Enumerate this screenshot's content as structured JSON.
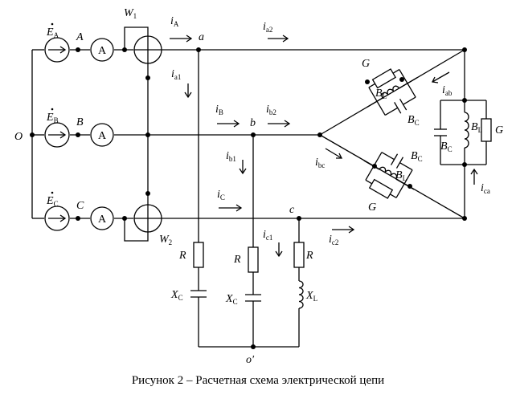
{
  "caption": "Рисунок 2 – Расчетная схема электрической цепи",
  "labels": {
    "O": "O",
    "A": "A",
    "B": "B",
    "C": "C",
    "a": "a",
    "b": "b",
    "c": "c",
    "o_prime": "o′",
    "W1": "W",
    "W1_sub": "1",
    "W2": "W",
    "W2_sub": "2",
    "ammeter": "A",
    "E": "E",
    "EA_sub": "A",
    "EB_sub": "B",
    "EC_sub": "C",
    "i": "i",
    "iA_sub": "A",
    "iB_sub": "B",
    "iC_sub": "C",
    "ia1_sub": "a1",
    "ia2_sub": "a2",
    "ib1_sub": "b1",
    "ib2_sub": "b2",
    "ic1_sub": "c1",
    "ic2_sub": "c2",
    "iab_sub": "ab",
    "ibc_sub": "bc",
    "ica_sub": "ca",
    "G": "G",
    "BL_sub": "L",
    "BC_sub": "C",
    "R": "R",
    "X": "X",
    "XC_sub": "C",
    "XL_sub": "L"
  }
}
